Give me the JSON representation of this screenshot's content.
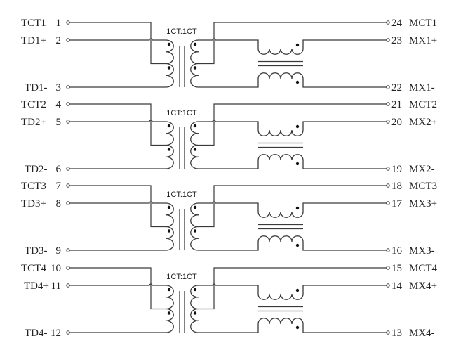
{
  "title": "4-channel LAN magnetics schematic",
  "colors": {
    "line": "#3a3a3a",
    "text": "#222222",
    "background": "#ffffff"
  },
  "channels": [
    {
      "ratio": "1CT:1CT",
      "left": [
        {
          "name": "TCT1",
          "pin": "1"
        },
        {
          "name": "TD1+",
          "pin": "2"
        },
        {
          "name": "TD1-",
          "pin": "3"
        }
      ],
      "right": [
        {
          "pin": "24",
          "name": "MCT1"
        },
        {
          "pin": "23",
          "name": "MX1+"
        },
        {
          "pin": "22",
          "name": "MX1-"
        }
      ]
    },
    {
      "ratio": "1CT:1CT",
      "left": [
        {
          "name": "TCT2",
          "pin": "4"
        },
        {
          "name": "TD2+",
          "pin": "5"
        },
        {
          "name": "TD2-",
          "pin": "6"
        }
      ],
      "right": [
        {
          "pin": "21",
          "name": "MCT2"
        },
        {
          "pin": "20",
          "name": "MX2+"
        },
        {
          "pin": "19",
          "name": "MX2-"
        }
      ]
    },
    {
      "ratio": "1CT:1CT",
      "left": [
        {
          "name": "TCT3",
          "pin": "7"
        },
        {
          "name": "TD3+",
          "pin": "8"
        },
        {
          "name": "TD3-",
          "pin": "9"
        }
      ],
      "right": [
        {
          "pin": "18",
          "name": "MCT3"
        },
        {
          "pin": "17",
          "name": "MX3+"
        },
        {
          "pin": "16",
          "name": "MX3-"
        }
      ]
    },
    {
      "ratio": "1CT:1CT",
      "left": [
        {
          "name": "TCT4",
          "pin": "10"
        },
        {
          "name": "TD4+",
          "pin": "11"
        },
        {
          "name": "TD4-",
          "pin": "12"
        }
      ],
      "right": [
        {
          "pin": "15",
          "name": "MCT4"
        },
        {
          "pin": "14",
          "name": "MX4+"
        },
        {
          "pin": "13",
          "name": "MX4-"
        }
      ]
    }
  ]
}
